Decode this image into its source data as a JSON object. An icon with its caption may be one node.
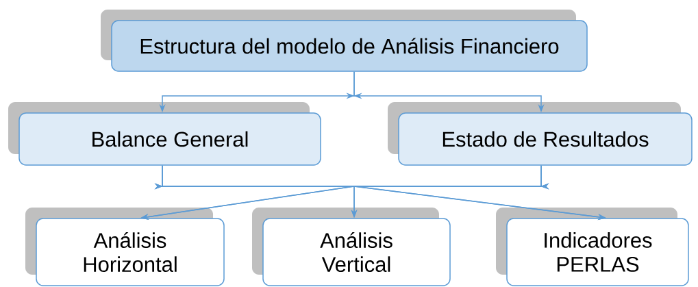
{
  "diagram": {
    "nodes": [
      {
        "text": [
          "Estructura del modelo de Análisis Financiero"
        ]
      },
      {
        "text": [
          "Balance General"
        ]
      },
      {
        "text": [
          "Estado de Resultados"
        ]
      },
      {
        "text": [
          "Análisis Horizontal"
        ]
      },
      {
        "text": [
          "Análisis Vertical"
        ]
      },
      {
        "text": [
          "Indicadores PERLAS"
        ]
      }
    ],
    "edges": [
      {
        "from": 0,
        "to": 1,
        "arrow": "to"
      },
      {
        "from": 0,
        "to": 2,
        "arrow": "to"
      },
      {
        "from": 1,
        "to": 3,
        "arrow": "to"
      },
      {
        "from": 1,
        "to": 4,
        "arrow": "to"
      },
      {
        "from": 1,
        "to": 5,
        "arrow": "to"
      },
      {
        "from": 2,
        "to": 3,
        "arrow": "to"
      },
      {
        "from": 2,
        "to": 4,
        "arrow": "to"
      },
      {
        "from": 2,
        "to": 5,
        "arrow": "to"
      }
    ]
  }
}
